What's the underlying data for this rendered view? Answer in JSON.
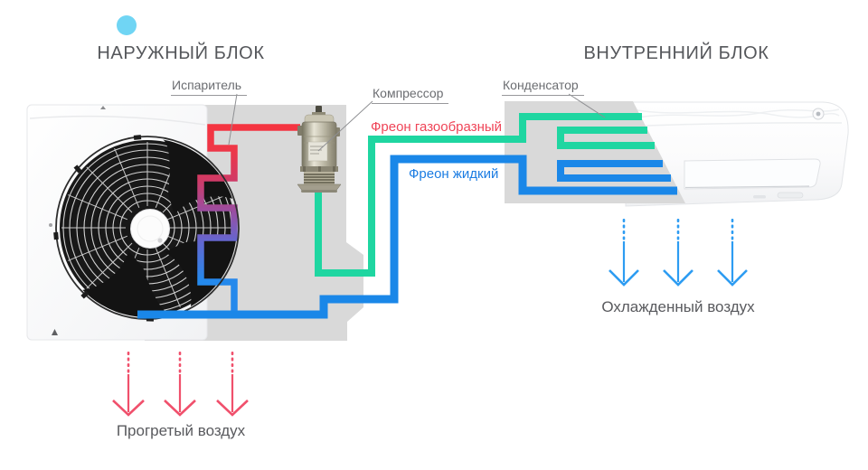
{
  "colors": {
    "freon_gas_pipe": "#1fd6a1",
    "freon_liquid_pipe": "#1a87e8",
    "hot_gas_pipe": "#f5333f",
    "warm_air_arrow": "#f0506c",
    "cool_air_arrow": "#2d9cf2",
    "marker_dot": "#70d5f4",
    "panel_gray": "#d9d9d9"
  },
  "outdoor": {
    "title": "НАРУЖНЫЙ БЛОК",
    "evaporator_label": "Испаритель",
    "compressor_label": "Компрессор",
    "warm_air_label": "Прогретый воздух"
  },
  "indoor": {
    "title": "ВНУТРЕННИЙ БЛОК",
    "condenser_label": "Конденсатор",
    "cool_air_label": "Охлажденный воздух"
  },
  "pipes": {
    "gas_label": "Фреон газообразный",
    "liquid_label": "Фреон жидкий"
  }
}
